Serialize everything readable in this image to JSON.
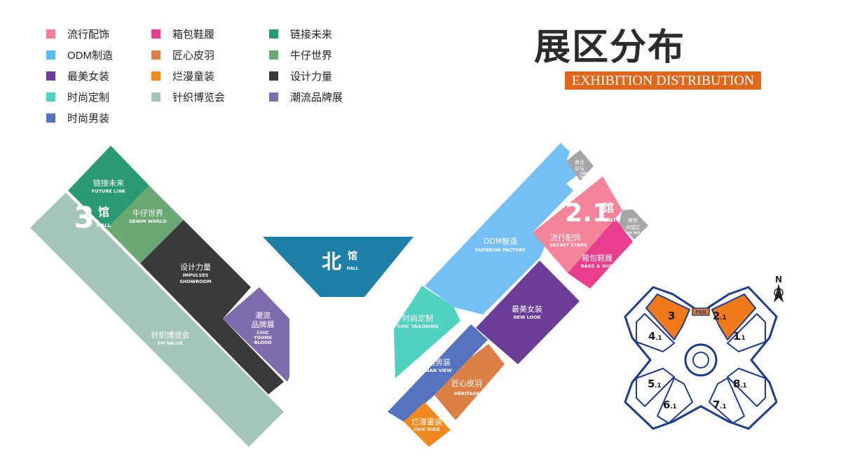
{
  "legend": {
    "items": [
      {
        "label": "流行配饰",
        "color": "#f27f98"
      },
      {
        "label": "ODM制造",
        "color": "#5dbbf0"
      },
      {
        "label": "最美女装",
        "color": "#6b3d98"
      },
      {
        "label": "时尚定制",
        "color": "#4fd2be"
      },
      {
        "label": "时尚男装",
        "color": "#5673c0"
      },
      {
        "label": "箱包鞋履",
        "color": "#e53d8f"
      },
      {
        "label": "匠心皮羽",
        "color": "#dc7f44"
      },
      {
        "label": "烂漫童装",
        "color": "#f18a1e"
      },
      {
        "label": "针织博览会",
        "color": "#a5c5b9"
      },
      {
        "label": "链接未来",
        "color": "#2a9a72"
      },
      {
        "label": "牛仔世界",
        "color": "#6aa874"
      },
      {
        "label": "设计力量",
        "color": "#3a3a3a"
      },
      {
        "label": "潮流品牌展",
        "color": "#7d6dac"
      }
    ]
  },
  "header": {
    "title": "展区分布",
    "subtitle": "EXHIBITION DISTRIBUTION"
  },
  "halls": {
    "hall3": {
      "number": "3",
      "char": "馆",
      "en": "HALL"
    },
    "north": {
      "char": "北",
      "guan": "馆",
      "en": "HALL"
    },
    "hall21": {
      "number": "2.1",
      "char": "馆",
      "en": "HALL"
    }
  },
  "zones": {
    "future_link": {
      "cn": "链接未来",
      "en": "FUTURE LINK"
    },
    "denim_world": {
      "cn": "牛仔世界",
      "en": "DENIM WORLD"
    },
    "design_power": {
      "cn": "设计力量",
      "en1": "IMPULSES",
      "en2": "SHOWROOM"
    },
    "chic_young": {
      "cn1": "潮流",
      "cn2": "品牌展",
      "en1": "CHIC",
      "en2": "YOUNG",
      "en3": "BLOOD"
    },
    "knit": {
      "cn": "针织博览会",
      "en": "PH VALUE"
    },
    "odm": {
      "cn": "ODM智造",
      "en": "SUPERIOR FACTORY"
    },
    "business_forum": {
      "cn1": "商业",
      "cn2": "论坛",
      "en1": "CHIC",
      "en2": "TALK"
    },
    "trade_area": {
      "cn1": "商贸",
      "cn2": "对接区",
      "en": "CHIC BUY"
    },
    "secret_stars": {
      "cn": "流行配饰",
      "en": "SECRET STARS"
    },
    "bags_shoes": {
      "cn": "箱包鞋履",
      "en": "BAGS & SHOES"
    },
    "new_look": {
      "cn": "最美女装",
      "en": "NEW LOOK"
    },
    "chic_tailoring": {
      "cn": "时尚定制",
      "en": "CHIC TAILORING"
    },
    "urban_view": {
      "cn": "时尚男装",
      "en": "URBAN VIEW"
    },
    "heritage": {
      "cn": "匠心皮羽",
      "en": "HERITAGE"
    },
    "chic_kidz": {
      "cn": "烂漫童装",
      "en": "CHIC KIDZ"
    }
  },
  "site_map": {
    "compass": "N",
    "entrance": "PEN",
    "halls": [
      {
        "num": "3",
        "sub": ""
      },
      {
        "num": "2",
        "sub": ".1"
      },
      {
        "num": "4",
        "sub": ".1"
      },
      {
        "num": "1",
        "sub": ".1"
      },
      {
        "num": "5",
        "sub": ".1"
      },
      {
        "num": "8",
        "sub": ".1"
      },
      {
        "num": "6",
        "sub": ".1"
      },
      {
        "num": "7",
        "sub": ".1"
      }
    ],
    "colors": {
      "outline": "#1f3b8c",
      "highlight": "#f07a19"
    }
  }
}
